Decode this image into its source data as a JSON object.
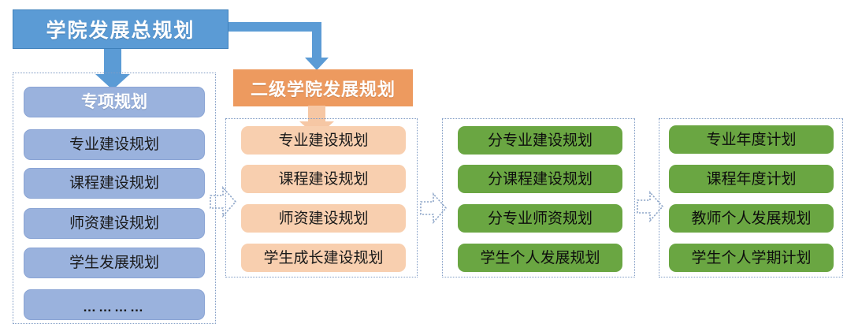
{
  "diagram": {
    "master": {
      "label": "学院发展总规划"
    },
    "sub_head": {
      "label": "二级学院发展规划"
    },
    "colors": {
      "master_blue": "#5b9bd5",
      "item_blue": "#9ab2dd",
      "sub_head_orange": "#ed9a5f",
      "item_orange": "#f8cfaf",
      "item_green": "#6aa642",
      "container_border": "#7f9bc4",
      "arrow_outline": "#8fa7c9"
    },
    "columns": [
      {
        "id": "special-plans",
        "items": [
          {
            "label": "专项规划",
            "style": "blue-head"
          },
          {
            "label": "专业建设规划",
            "style": "blue"
          },
          {
            "label": "课程建设规划",
            "style": "blue"
          },
          {
            "label": "师资建设规划",
            "style": "blue"
          },
          {
            "label": "学生发展规划",
            "style": "blue"
          },
          {
            "label": "…………",
            "style": "blue-dots"
          }
        ]
      },
      {
        "id": "secondary-college-plans",
        "items": [
          {
            "label": "专业建设规划",
            "style": "orange"
          },
          {
            "label": "课程建设规划",
            "style": "orange"
          },
          {
            "label": "师资建设规划",
            "style": "orange"
          },
          {
            "label": "学生成长建设规划",
            "style": "orange"
          }
        ]
      },
      {
        "id": "subdivided-plans",
        "items": [
          {
            "label": "分专业建设规划",
            "style": "green"
          },
          {
            "label": "分课程建设规划",
            "style": "green"
          },
          {
            "label": "分专业师资规划",
            "style": "green"
          },
          {
            "label": "学生个人发展规划",
            "style": "green"
          }
        ]
      },
      {
        "id": "annual-plans",
        "items": [
          {
            "label": "专业年度计划",
            "style": "green"
          },
          {
            "label": "课程年度计划",
            "style": "green"
          },
          {
            "label": "教师个人发展规划",
            "style": "green"
          },
          {
            "label": "学生个人学期计划",
            "style": "green"
          }
        ]
      }
    ],
    "connectors": [
      {
        "id": "master-to-special",
        "kind": "down-arrow",
        "color": "#5b9bd5"
      },
      {
        "id": "master-to-secondary",
        "kind": "elbow-down-arrow",
        "color": "#5b9bd5"
      },
      {
        "id": "secondary-head-to-items",
        "kind": "down-arrow",
        "color": "#f6c7a4"
      },
      {
        "id": "col1-to-col2",
        "kind": "hollow-right-arrow",
        "color": "#8fa7c9"
      },
      {
        "id": "col2-to-col3",
        "kind": "hollow-right-arrow",
        "color": "#8fa7c9"
      },
      {
        "id": "col3-to-col4",
        "kind": "hollow-right-arrow",
        "color": "#8fa7c9"
      }
    ]
  }
}
